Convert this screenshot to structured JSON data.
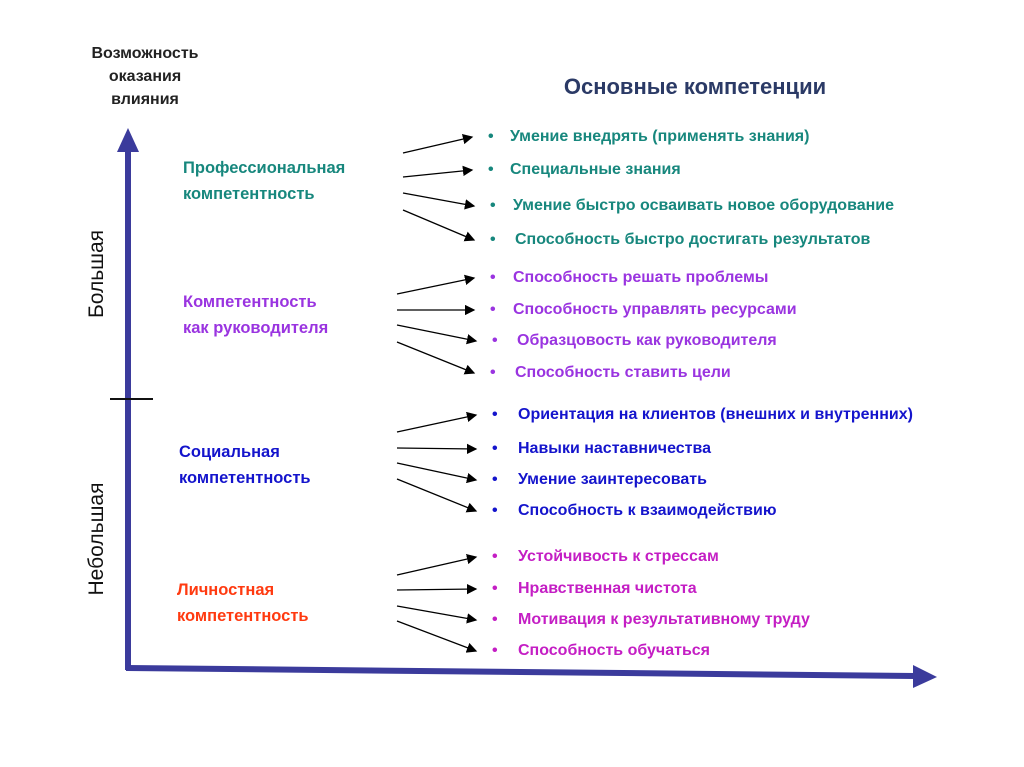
{
  "axis_header": [
    "Возможность",
    "оказания",
    "влияния"
  ],
  "title": "Основные компетенции",
  "axis_levels": {
    "high": "Большая",
    "low": "Небольшая"
  },
  "colors": {
    "axis": "#3b3b9c",
    "professional": "#17877d",
    "managerial": "#9a34e0",
    "social": "#1414cc",
    "personal_label": "#ff3a10",
    "personal_items": "#c41ec4"
  },
  "groups": [
    {
      "label": [
        "Профессиональная",
        "компетентность"
      ],
      "items": [
        "Умение внедрять (применять знания)",
        "Специальные знания",
        "Умение быстро осваивать новое оборудование",
        "Способность быстро достигать результатов"
      ]
    },
    {
      "label": [
        "Компетентность",
        "как руководителя"
      ],
      "items": [
        "Способность решать проблемы",
        "Способность управлять ресурсами",
        "Образцовость как руководителя",
        "Способность ставить цели"
      ]
    },
    {
      "label": [
        "Социальная",
        "компетентность"
      ],
      "items": [
        "Ориентация на клиентов (внешних и внутренних)",
        "Навыки наставничества",
        "Умение заинтересовать",
        "Способность к взаимодействию"
      ]
    },
    {
      "label": [
        "Личностная",
        "компетентность"
      ],
      "items": [
        "Устойчивость к стрессам",
        "Нравственная чистота",
        "Мотивация к результативному труду",
        "Способность обучаться"
      ]
    }
  ]
}
